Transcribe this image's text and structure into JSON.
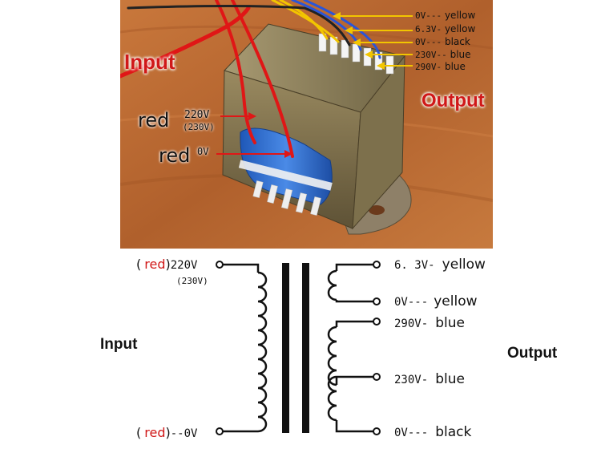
{
  "colors": {
    "wood": "#b96a34",
    "core": "#8a7a55",
    "bobbin_blue": "#2f6fd1",
    "wire_red": "#e01616",
    "wire_yellow": "#f2c500",
    "wire_blue": "#2a55d8",
    "wire_black": "#222222",
    "label_red": "#d01818"
  },
  "photo": {
    "input_label": "Input",
    "output_label": "Output",
    "primary_labels": [
      {
        "color_name": "red",
        "voltage": "220V",
        "alt": "(230V)"
      },
      {
        "color_name": "red",
        "voltage": "0V",
        "alt": ""
      }
    ],
    "secondary_labels": [
      {
        "voltage": "0V---",
        "color_name": "yellow"
      },
      {
        "voltage": "6.3V-",
        "color_name": "yellow"
      },
      {
        "voltage": "0V---",
        "color_name": "black"
      },
      {
        "voltage": "230V--",
        "color_name": "blue"
      },
      {
        "voltage": "290V-",
        "color_name": "blue"
      }
    ]
  },
  "schematic": {
    "input_title": "Input",
    "output_title": "Output",
    "primary_top": {
      "paren_open": "(",
      "color_name": "red",
      "paren_close": ")",
      "voltage": "220V",
      "alt": "(230V)"
    },
    "primary_bottom": {
      "paren_open": "(",
      "color_name": "red",
      "paren_close": ")",
      "voltage": "--0V"
    },
    "secondary": [
      {
        "voltage": "6. 3V-",
        "color_name": "yellow"
      },
      {
        "voltage": "0V---",
        "color_name": "yellow"
      },
      {
        "voltage": "290V-",
        "color_name": "blue"
      },
      {
        "voltage": "230V-",
        "color_name": "blue"
      },
      {
        "voltage": "0V---",
        "color_name": "black"
      }
    ]
  }
}
